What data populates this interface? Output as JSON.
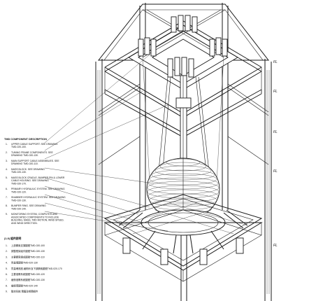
{
  "legend": {
    "title": "TMD COMPONENT DESCRIPTION",
    "items": [
      {
        "num": "1.",
        "lines": [
          "UPPER CABLE SUPPORT. SEE DRAWING",
          "TMD-020-100."
        ]
      },
      {
        "num": "2.",
        "lines": [
          "TUNING FRAME COMPONENTS. SEE",
          "DRAWING TMD-020-130."
        ]
      },
      {
        "num": "3.",
        "lines": [
          "MAIN SUPPORT CABLE ASSEMBLIES. SEE",
          "DRAWING TMD-020-110."
        ]
      },
      {
        "num": "4.",
        "lines": [
          "MASS BLOCK. SEE DRAWING",
          "TMD-020-130."
        ]
      },
      {
        "num": "5.",
        "lines": [
          "MASS BLOCK CRADLE, BUMPER PIN & LOWER",
          "CABLE HOUSING. SEE DRAWING",
          "TMD-020-170."
        ]
      },
      {
        "num": "6.",
        "lines": [
          "PRIMARY HYDRAULIC SYSTEM. SEE DRAWING",
          "TMD-020-120."
        ]
      },
      {
        "num": "7.",
        "lines": [
          "SNUBBER HYDRAULIC SYSTEM. SEE DRAWING",
          "TMD-020-130."
        ]
      },
      {
        "num": "8.",
        "lines": [
          "BUMPER RING. SEE DRAWING",
          "TMD-020-140."
        ]
      },
      {
        "num": "9.",
        "lines": [
          "MONITORING SYSTEM, COMPUTER AND",
          "ASSOCIATED COMPONENTS TO INCLUDE",
          "BUILDING, MASS, TMD MOTION, WIND SPEED,",
          "AND WIND DIRECTION."
        ]
      }
    ]
  },
  "legend_cn": {
    "title": "(1-9)   組件說明",
    "items": [
      {
        "num": "1.",
        "text": "上部鋼索支撐圖號TMD-020-100"
      },
      {
        "num": "2.",
        "text": "調整框架組件圖號TMD-020-130"
      },
      {
        "num": "3.",
        "text": "主要鋼索總成圖號TMD-020-110"
      },
      {
        "num": "4.",
        "text": "質量塊圖號TMD-020-130"
      },
      {
        "num": "5.",
        "text": "質量塊底座,緩衝針及下部鋼索圖號TMD-020-170"
      },
      {
        "num": "6.",
        "text": "主要液壓系統圖號TMD-020-120"
      },
      {
        "num": "7.",
        "text": "緩衝液壓系統圖號TMD-020-130"
      },
      {
        "num": "8.",
        "text": "緩衝環圖號TMD-020-140"
      },
      {
        "num": "9.",
        "text": "監控系統,電腦及相關組件"
      }
    ]
  },
  "floor_tags": [
    "FL",
    "FL",
    "FL",
    "FL",
    "FL"
  ]
}
